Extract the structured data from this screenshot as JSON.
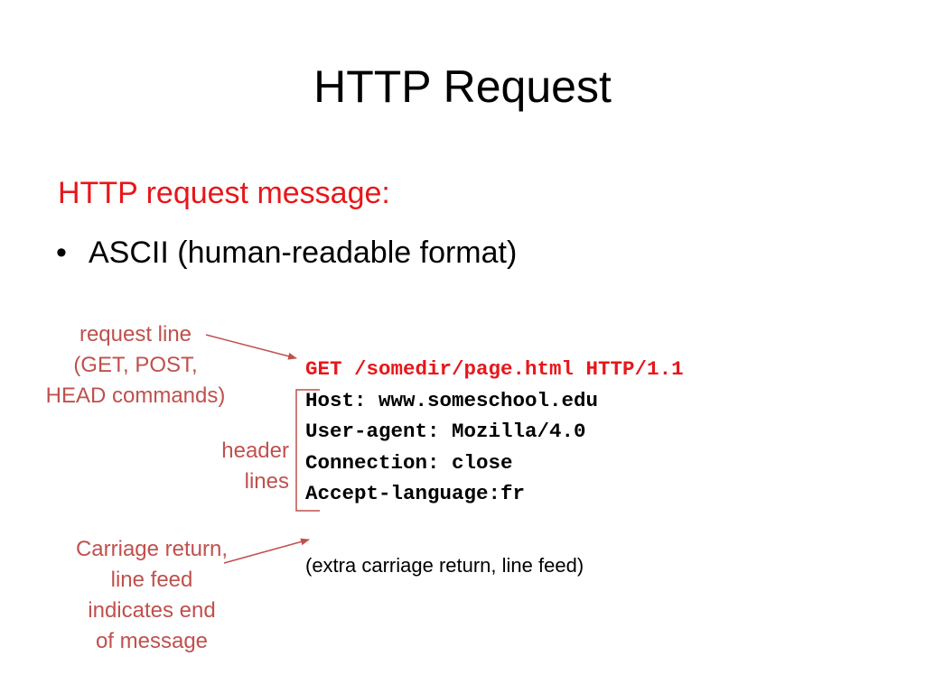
{
  "slide": {
    "title": "HTTP Request"
  },
  "subheading": {
    "text": "HTTP request message:",
    "color": "#E8161A"
  },
  "bullets": [
    {
      "symbol": "•",
      "text": "ASCII (human-readable format)"
    }
  ],
  "annotations": {
    "color": "#C0504D",
    "request_line": [
      "request line",
      "(GET, POST,",
      "HEAD commands)"
    ],
    "header_lines": [
      "header",
      "lines"
    ],
    "carriage_return": [
      "Carriage return,",
      "line feed",
      "indicates end",
      "of message"
    ]
  },
  "request_message": {
    "request_line": "GET /somedir/page.html HTTP/1.1",
    "request_line_color": "#E8161A",
    "headers": [
      "Host: www.someschool.edu",
      "User-agent: Mozilla/4.0",
      "Connection: close",
      "Accept-language:fr"
    ],
    "extra_note": "(extra carriage return, line feed)"
  }
}
